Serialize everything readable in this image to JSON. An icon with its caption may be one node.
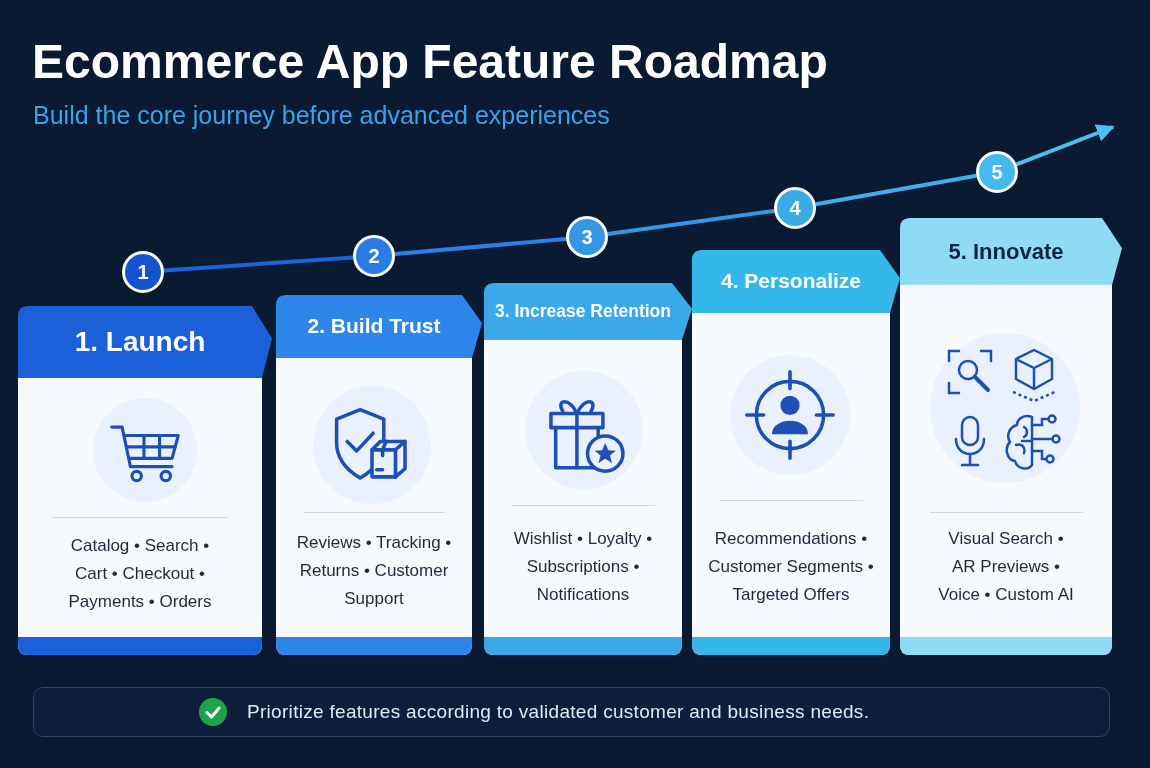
{
  "diagram": {
    "title": "Ecommerce App Feature Roadmap",
    "nodes": [
      {
        "text": [
          "1"
        ]
      },
      {
        "text": [
          "2"
        ]
      },
      {
        "text": [
          "3"
        ]
      },
      {
        "text": [
          "4"
        ]
      },
      {
        "text": [
          "5"
        ]
      },
      {
        "text": [
          "1. Launch",
          "Catalog • Search • Cart • Checkout • Payments • Orders"
        ]
      },
      {
        "text": [
          "2. Build Trust",
          "Reviews • Tracking • Returns • Customer Support"
        ]
      },
      {
        "text": [
          "3. Increase Retention",
          "Wishlist • Loyalty • Subscriptions • Notifications"
        ]
      },
      {
        "text": [
          "4. Personalize",
          "Recommendations • Customer Segments • Targeted Offers"
        ]
      },
      {
        "text": [
          "5. Innovate",
          "Visual Search • AR Previews • Voice • Custom AI"
        ]
      },
      {
        "text": [
          "Prioritize features according to validated customer and business needs."
        ]
      }
    ],
    "edges": [
      {
        "from": 0,
        "to": 1,
        "arrow": "none",
        "color": "#1d63dd"
      },
      {
        "from": 1,
        "to": 2,
        "arrow": "none",
        "color": "#2b7fe6"
      },
      {
        "from": 2,
        "to": 3,
        "arrow": "none",
        "color": "#3596e8"
      },
      {
        "from": 3,
        "to": 4,
        "arrow": "none",
        "color": "#40aeed"
      },
      {
        "from": 4,
        "to": null,
        "arrow": "to",
        "color": "#4bc0f0"
      }
    ],
    "labels": [
      "Build the core journey before advanced experiences"
    ]
  }
}
